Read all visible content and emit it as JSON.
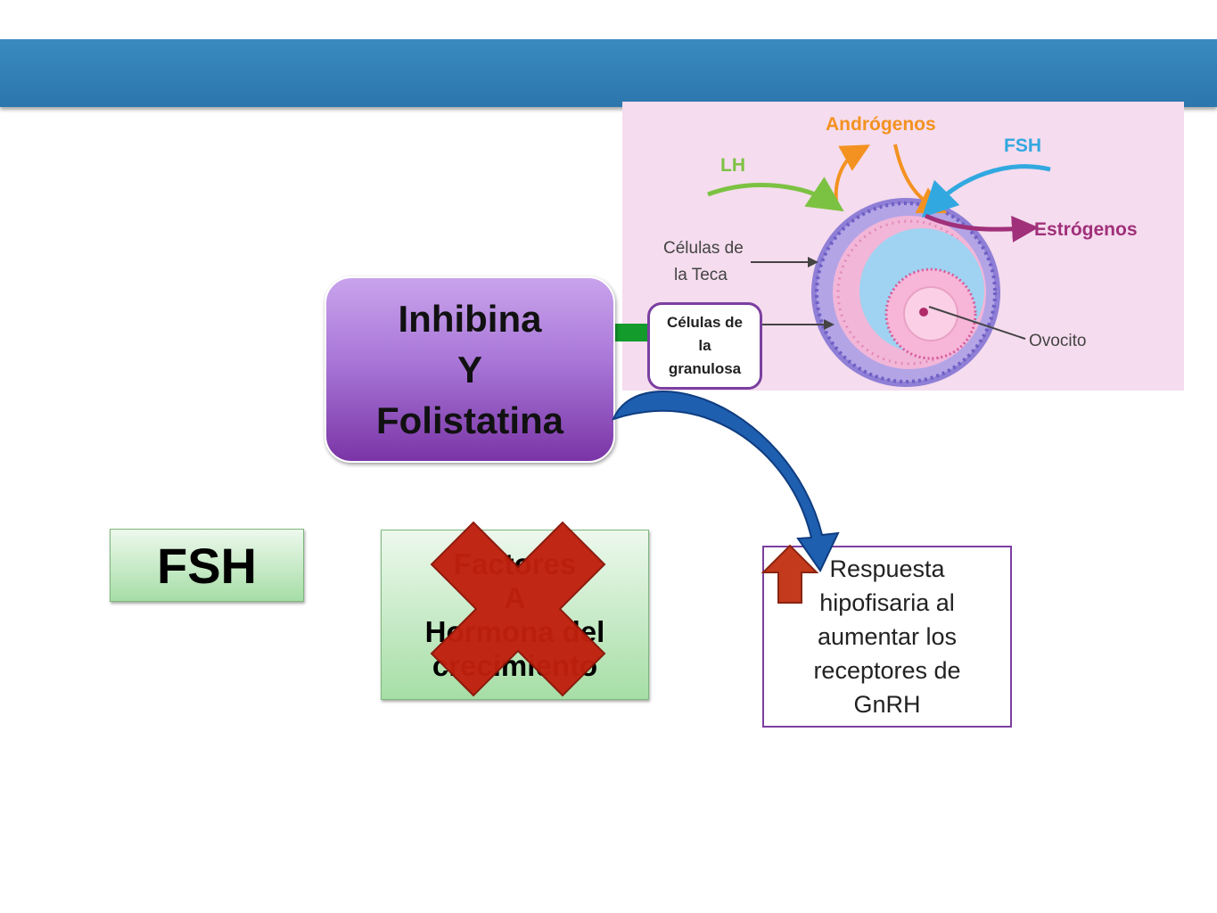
{
  "inhibina_box": {
    "lines": [
      "Inhibina",
      "Y",
      "Folistatina"
    ]
  },
  "celulas_box": {
    "lines": [
      "Células de",
      "la",
      "granulosa"
    ]
  },
  "fsh_box": {
    "label": "FSH"
  },
  "growth_box": {
    "lines": [
      "Factores",
      "A",
      "Hormona del",
      "crecimiento"
    ]
  },
  "respuesta_box": {
    "lines": [
      "Respuesta",
      "hipofisaria al",
      "aumentar los",
      "receptores de",
      "GnRH"
    ]
  },
  "follicle_image": {
    "labels": {
      "androgenos": "Andrógenos",
      "lh": "LH",
      "fsh": "FSH",
      "estrogenos": "Estrógenos",
      "celulas_teca_1": "Células de",
      "celulas_teca_2": "la Teca",
      "ovocito": "Ovocito"
    }
  },
  "colors": {
    "banner": "#2b76ad",
    "inhibina_purple": "#a977d8",
    "green_box": "#a6dea6",
    "red_cross": "#c0210f",
    "arrow_blue": "#1f5fb0",
    "up_arrow_red": "#c43a1c"
  }
}
